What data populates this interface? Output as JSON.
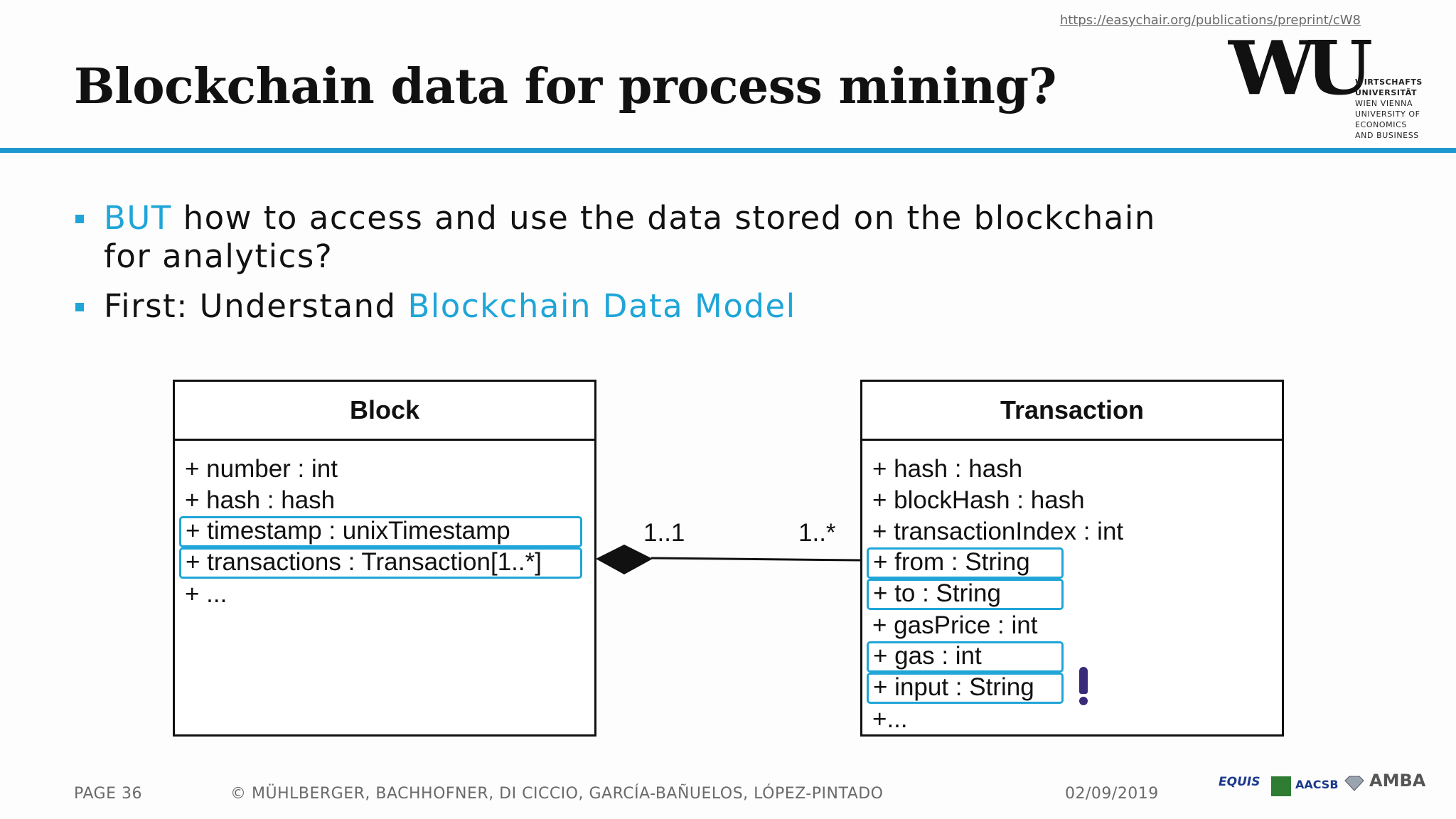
{
  "header": {
    "url": "https://easychair.org/publications/preprint/cW8",
    "title": "Blockchain data for process mining?",
    "logo": {
      "wordmark": "WU",
      "lines": [
        "WIRTSCHAFTS",
        "UNIVERSITÄT",
        "WIEN VIENNA",
        "UNIVERSITY OF",
        "ECONOMICS",
        "AND BUSINESS"
      ]
    }
  },
  "colors": {
    "accent": "#1fa5d8",
    "rule": "#1f97cf",
    "text": "#111111",
    "exclamation": "#3a2a7a"
  },
  "bullets": [
    {
      "highlight": "BUT",
      "text": " how to access and use the data stored on the blockchain for analytics?"
    },
    {
      "text": "First: Understand ",
      "highlight": "Blockchain Data Model"
    }
  ],
  "diagram": {
    "block": {
      "name": "Block",
      "attributes": [
        {
          "text": "+ number : int",
          "highlighted": false
        },
        {
          "text": "+ hash : hash",
          "highlighted": false
        },
        {
          "text": "+ timestamp : unixTimestamp",
          "highlighted": true
        },
        {
          "text": "+ transactions : Transaction[1..*]",
          "highlighted": true
        },
        {
          "text": "+ ...",
          "highlighted": false
        }
      ]
    },
    "transaction": {
      "name": "Transaction",
      "attributes": [
        {
          "text": "+ hash : hash",
          "highlighted": false
        },
        {
          "text": "+ blockHash : hash",
          "highlighted": false
        },
        {
          "text": "+ transactionIndex : int",
          "highlighted": false
        },
        {
          "text": "+ from : String",
          "highlighted": true
        },
        {
          "text": "+ to : String",
          "highlighted": true
        },
        {
          "text": "+ gasPrice : int",
          "highlighted": false
        },
        {
          "text": "+ gas : int",
          "highlighted": true
        },
        {
          "text": "+ input : String",
          "highlighted": true
        },
        {
          "text": "+...",
          "highlighted": false
        }
      ]
    },
    "association": {
      "block_multiplicity": "1..1",
      "transaction_multiplicity": "1..*",
      "type": "composition"
    },
    "exclamation_icon": "exclamation-icon"
  },
  "footer": {
    "page": "PAGE 36",
    "authors": "© MÜHLBERGER, BACHHOFNER, DI CICCIO, GARCÍA-BAÑUELOS, LÓPEZ-PINTADO",
    "date": "02/09/2019",
    "accreditations": [
      "EQUIS",
      "AACSB",
      "AMBA"
    ]
  }
}
